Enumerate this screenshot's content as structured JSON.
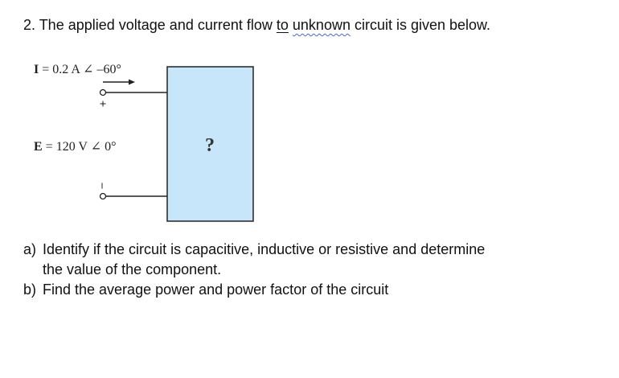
{
  "question": {
    "prefix": "2. The applied voltage and current flow ",
    "underlined": "to",
    "space": " ",
    "squiggled": "unknown",
    "suffix": " circuit is given below."
  },
  "figure": {
    "current_symbol": "I",
    "current_value": "= 0.2 A ∠ –60°",
    "voltage_symbol": "E",
    "voltage_value": "= 120 V ∠ 0°",
    "plus_sign": "+",
    "minus_sign": "–",
    "unknown_mark": "?",
    "box_fill": "#c8e6fa",
    "line_color": "#222222"
  },
  "parts": [
    {
      "letter": "a)",
      "line1": "Identify if the circuit is capacitive, inductive or resistive and determine",
      "line2": "the value of the component."
    },
    {
      "letter": "b)",
      "line1": "Find the average power and power factor of the circuit"
    }
  ]
}
